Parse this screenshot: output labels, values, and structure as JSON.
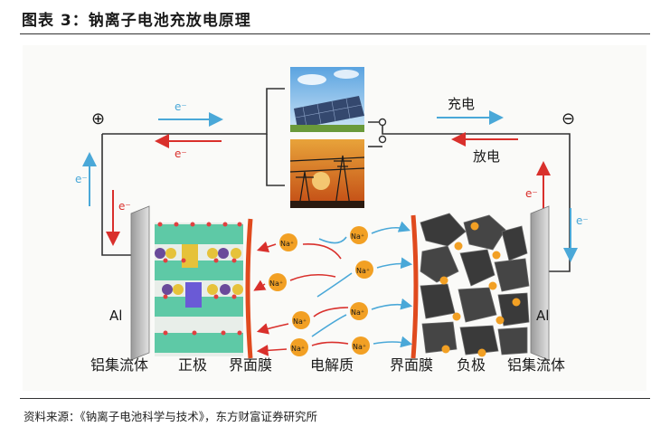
{
  "title": "图表 3：钠离子电池充放电原理",
  "source": "资料来源：《钠离子电池科学与技术》，东方财富证券研究所",
  "diagram": {
    "positive_symbol": "⊕",
    "negative_symbol": "⊖",
    "electron": "e⁻",
    "charge_label": "充电",
    "discharge_label": "放电",
    "al_left": "Al",
    "al_right": "Al",
    "ion": "Na⁺",
    "bottom_labels": [
      "铝集流体",
      "正极",
      "界面膜",
      "电解质",
      "界面膜",
      "负极",
      "铝集流体"
    ],
    "colors": {
      "charge_arrow": "#4aa8d8",
      "discharge_arrow": "#d9302c",
      "ion": "#f2a024",
      "cathode": "#5ec9a6",
      "anode": "#3a3a3a",
      "sei": "#e04a1e"
    }
  }
}
